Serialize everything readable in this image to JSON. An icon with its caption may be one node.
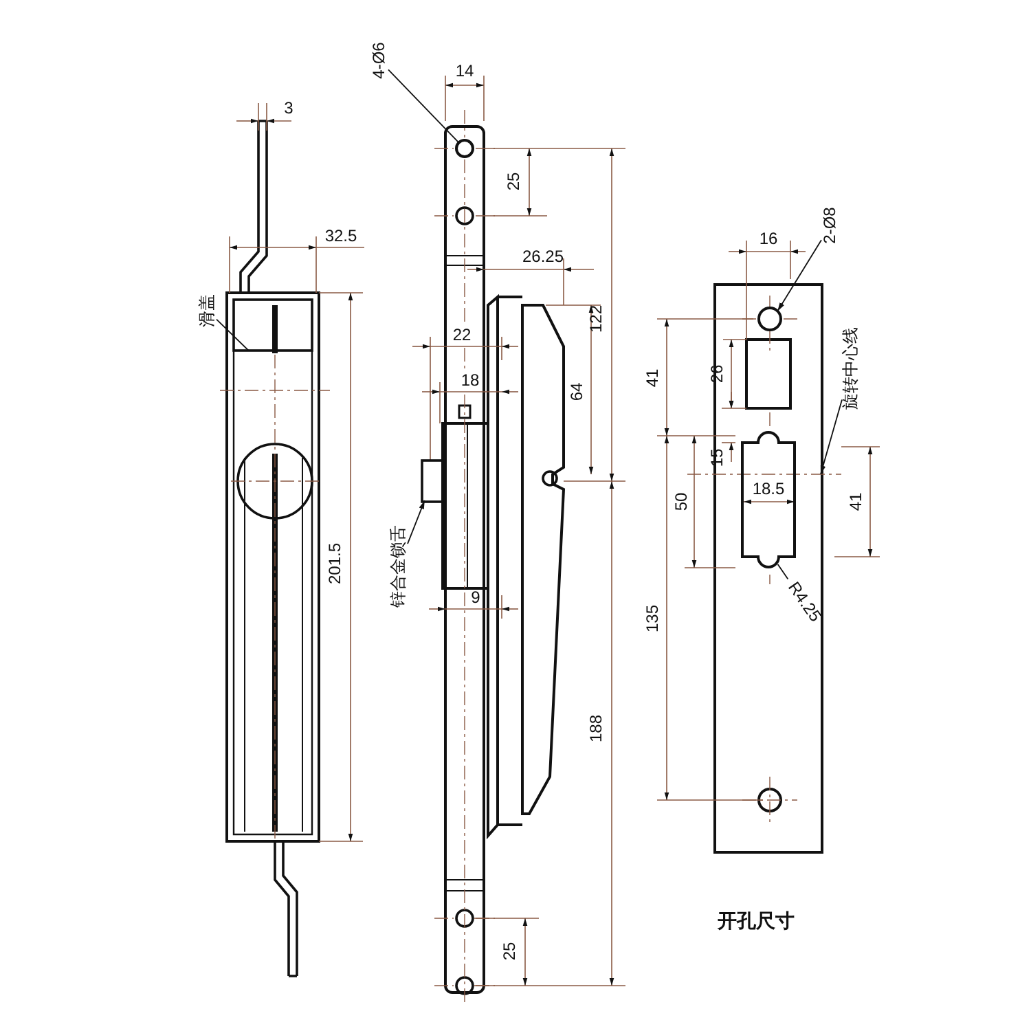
{
  "diagram": {
    "caption": "开孔尺寸",
    "nodes": [
      {
        "text": [
          "滑盖"
        ]
      },
      {
        "text": [
          "4-Ø6"
        ]
      },
      {
        "text": [
          "锌合金锁舌"
        ]
      },
      {
        "text": [
          "2-Ø8"
        ]
      },
      {
        "text": [
          "旋转中心线"
        ]
      },
      {
        "text": [
          "R4.25"
        ]
      },
      {
        "text": [],
        "shape": "box"
      },
      {
        "text": [],
        "shape": "circle"
      },
      {
        "text": [],
        "shape": "box"
      },
      {
        "text": [],
        "shape": "circle"
      },
      {
        "text": [],
        "shape": "line"
      },
      {
        "text": [],
        "shape": "slot"
      }
    ],
    "edges": [
      {
        "from": 0,
        "to": 6,
        "arrow": "none"
      },
      {
        "from": 1,
        "to": 7,
        "arrow": "none"
      },
      {
        "from": 2,
        "to": 8,
        "arrow": "to"
      },
      {
        "from": 3,
        "to": 9,
        "arrow": "to"
      },
      {
        "from": 4,
        "to": 10,
        "arrow": "to"
      },
      {
        "from": 5,
        "to": 11,
        "arrow": "none"
      }
    ],
    "labels": [
      "3",
      "32.5",
      "201.5",
      "14",
      "25",
      "26.25",
      "122",
      "22",
      "64",
      "18",
      "9",
      "188",
      "25",
      "16",
      "41",
      "26",
      "15",
      "50",
      "18.5",
      "41",
      "135"
    ]
  }
}
